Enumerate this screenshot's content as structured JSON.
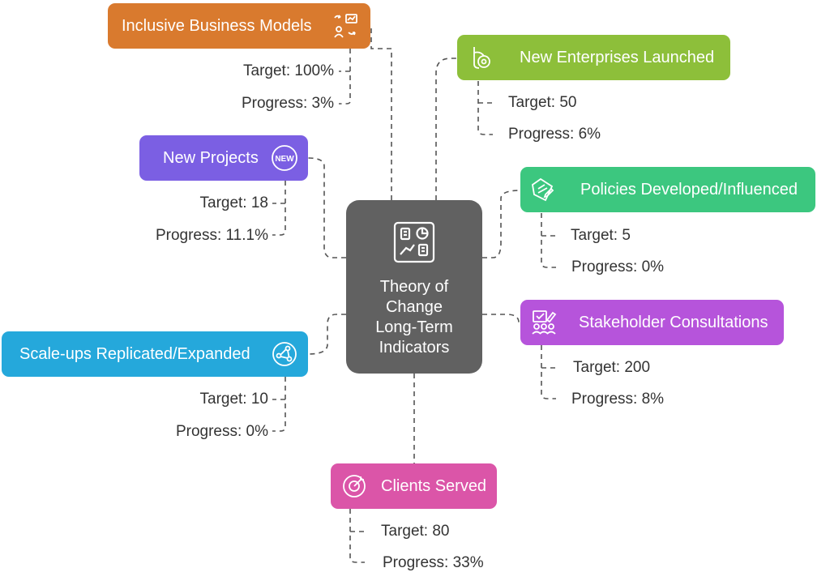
{
  "center": {
    "title": "Theory of\nChange\nLong-Term\nIndicators",
    "icon": "dashboard-icon"
  },
  "indicators": [
    {
      "id": "inclusive",
      "label": "Inclusive Business Models",
      "target": "Target: 100%",
      "progress": "Progress: 3%",
      "color": "#D97A2E",
      "icon": "presentation-icon"
    },
    {
      "id": "enterprises",
      "label": "New Enterprises Launched",
      "target": "Target: 50",
      "progress": "Progress: 6%",
      "color": "#8DBF3A",
      "icon": "rocket-icon"
    },
    {
      "id": "projects",
      "label": "New Projects",
      "target": "Target: 18",
      "progress": "Progress: 11.1%",
      "color": "#7B5FE3",
      "icon": "new-badge-icon",
      "badge": "NEW"
    },
    {
      "id": "policies",
      "label": "Policies Developed/Influenced",
      "target": "Target: 5",
      "progress": "Progress: 0%",
      "color": "#3CC77F",
      "icon": "document-edit-icon"
    },
    {
      "id": "stakeholders",
      "label": "Stakeholder Consultations",
      "target": "Target: 200",
      "progress": "Progress: 8%",
      "color": "#B654DB",
      "icon": "meeting-icon"
    },
    {
      "id": "scaleups",
      "label": "Scale-ups Replicated/Expanded",
      "target": "Target: 10",
      "progress": "Progress: 0%",
      "color": "#25A8DB",
      "icon": "network-icon"
    },
    {
      "id": "clients",
      "label": "Clients Served",
      "target": "Target: 80",
      "progress": "Progress: 33%",
      "color": "#DB55A8",
      "icon": "target-icon"
    }
  ]
}
